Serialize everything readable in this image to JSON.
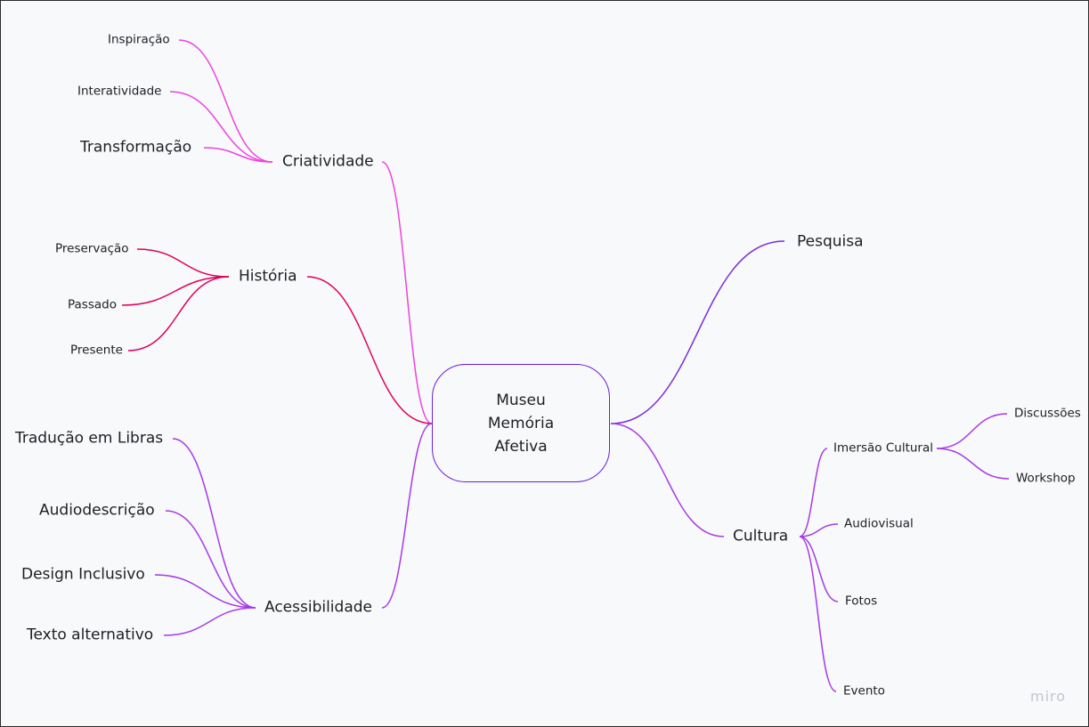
{
  "colors": {
    "pink": "#ee44dd",
    "crimson": "#e0005c",
    "violet": "#a63ae8",
    "center_border": "#6a1fd9"
  },
  "center": {
    "lines": [
      "Museu",
      "Memória",
      "Afetiva"
    ]
  },
  "branches": {
    "criatividade": {
      "label": "Criatividade",
      "children": [
        "Inspiração",
        "Interatividade",
        "Transformação"
      ]
    },
    "historia": {
      "label": "História",
      "children": [
        "Preservação",
        "Passado",
        "Presente"
      ]
    },
    "acessibilidade": {
      "label": "Acessibilidade",
      "children": [
        "Tradução em Libras",
        "Audiodescrição",
        "Design Inclusivo",
        "Texto alternativo"
      ]
    },
    "pesquisa": {
      "label": "Pesquisa"
    },
    "cultura": {
      "label": "Cultura",
      "children": [
        "Imersão Cultural",
        "Audiovisual",
        "Fotos",
        "Evento"
      ],
      "imersao_children": [
        "Discussões",
        "Workshop"
      ]
    }
  },
  "watermark": "miro"
}
